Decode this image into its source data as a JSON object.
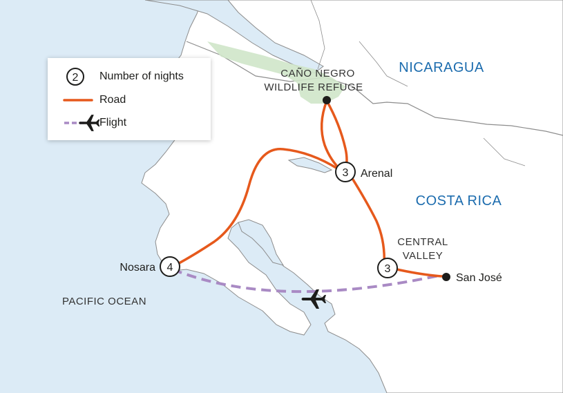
{
  "map": {
    "regions": {
      "country_north": "NICARAGUA",
      "country_main": "COSTA RICA",
      "ocean": "PACIFIC OCEAN"
    },
    "areas": {
      "refuge_line1": "CAÑO NEGRO",
      "refuge_line2": "WILDLIFE REFUGE",
      "valley_line1": "CENTRAL",
      "valley_line2": "VALLEY"
    },
    "stops": [
      {
        "name": "Arenal",
        "nights": "3"
      },
      {
        "name": "Nosara",
        "nights": "4"
      },
      {
        "name": "San José",
        "nights": ""
      },
      {
        "name": "",
        "nights": "3"
      },
      {
        "name": "",
        "nights": ""
      }
    ],
    "colors": {
      "land": "#ffffff",
      "sea": "#dcebf6",
      "border": "#7f7f7f",
      "road": "#e6591c",
      "flight": "#a98ac4",
      "refuge": "#cfe5c9",
      "country_label": "#1c6cae"
    }
  },
  "legend": {
    "nights_example": "2",
    "nights_label": "Number of nights",
    "road_label": "Road",
    "flight_label": "Flight",
    "plane_icon": "plane-icon"
  }
}
